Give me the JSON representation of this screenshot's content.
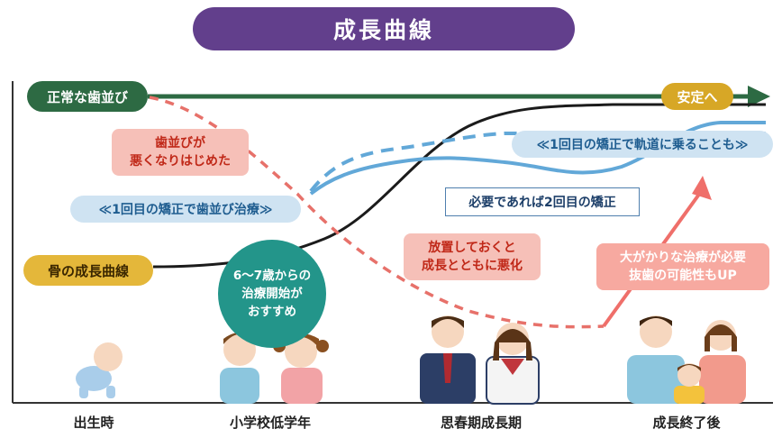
{
  "title": "成長曲線",
  "labels": {
    "normal_teeth": "正常な歯並び",
    "stable": "安定へ",
    "bone_growth": "骨の成長曲線",
    "getting_worse": [
      "歯並びが",
      "悪くなりはじめた"
    ],
    "first_treatment": "≪1回目の矯正で歯並び治療≫",
    "on_track": "≪1回目の矯正で軌道に乗ることも≫",
    "second_if_needed": "必要であれば2回目の矯正",
    "leave_alone": [
      "放置しておくと",
      "成長とともに悪化"
    ],
    "major_treatment": [
      "大がかりな治療が必要",
      "抜歯の可能性もUP"
    ],
    "recommend": [
      "6〜7歳からの",
      "治療開始が",
      "おすすめ"
    ]
  },
  "x_axis": [
    "出生時",
    "小学校低学年",
    "思春期成長期",
    "成長終了後"
  ],
  "colors": {
    "title": "#623f8c",
    "normal_line": "#2d6a43",
    "bone_line": "#1b1b1b",
    "worse_line": "#e7716a",
    "treatment_line": "#62a8d8",
    "stable": "#d7a726",
    "recommend": "#23958a"
  },
  "people": {
    "baby": "baby-figure",
    "children": "schoolchildren-figures",
    "teens": "teenager-figures",
    "family": "family-figures"
  }
}
